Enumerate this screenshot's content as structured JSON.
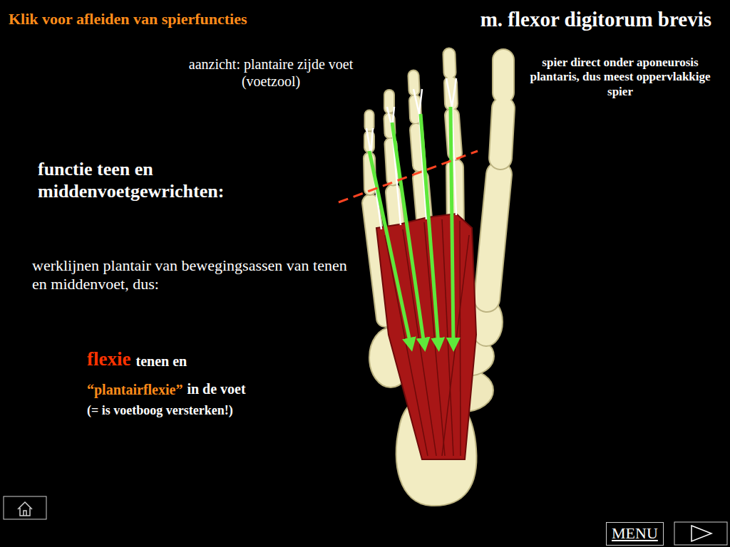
{
  "diagram": {
    "title": "m. flexor digitorum brevis",
    "nodes": [
      {
        "text": [
          "MENU"
        ]
      }
    ],
    "labels": [
      "Klik voor afleiden van spierfuncties",
      "aanzicht: plantaire zijde voet (voetzool)",
      "spier direct onder aponeurosis plantaris, dus meest oppervlakkige spier",
      "functie teen en middenvoetgewrichten:",
      "werklijnen plantair van bewegingsassen van tenen en middenvoet, dus:",
      "flexie",
      "tenen en",
      "“plantairflexie”",
      "in de voet",
      "(= is voetboog versterken!)"
    ]
  }
}
